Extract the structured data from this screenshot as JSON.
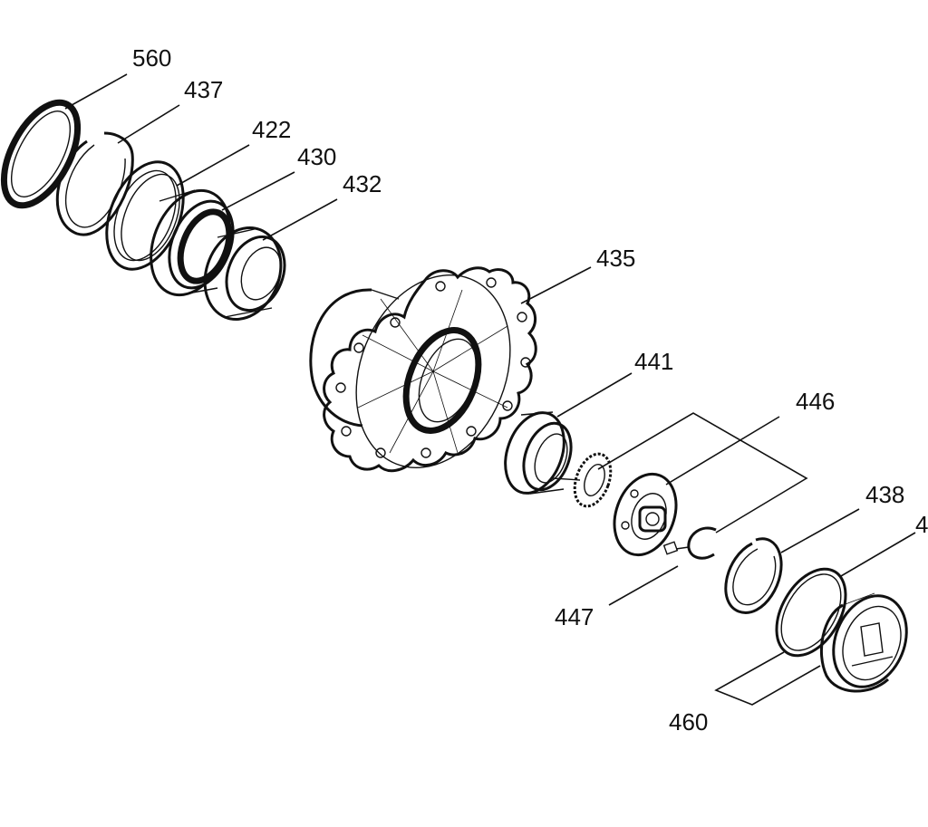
{
  "diagram": {
    "callouts": [
      {
        "id": "560",
        "label": "560"
      },
      {
        "id": "437",
        "label": "437"
      },
      {
        "id": "422",
        "label": "422"
      },
      {
        "id": "430",
        "label": "430"
      },
      {
        "id": "432",
        "label": "432"
      },
      {
        "id": "435",
        "label": "435"
      },
      {
        "id": "441",
        "label": "441"
      },
      {
        "id": "446",
        "label": "446"
      },
      {
        "id": "438",
        "label": "438"
      },
      {
        "id": "447",
        "label": "447"
      },
      {
        "id": "460",
        "label": "460"
      },
      {
        "id": "4",
        "label": "4"
      }
    ]
  }
}
